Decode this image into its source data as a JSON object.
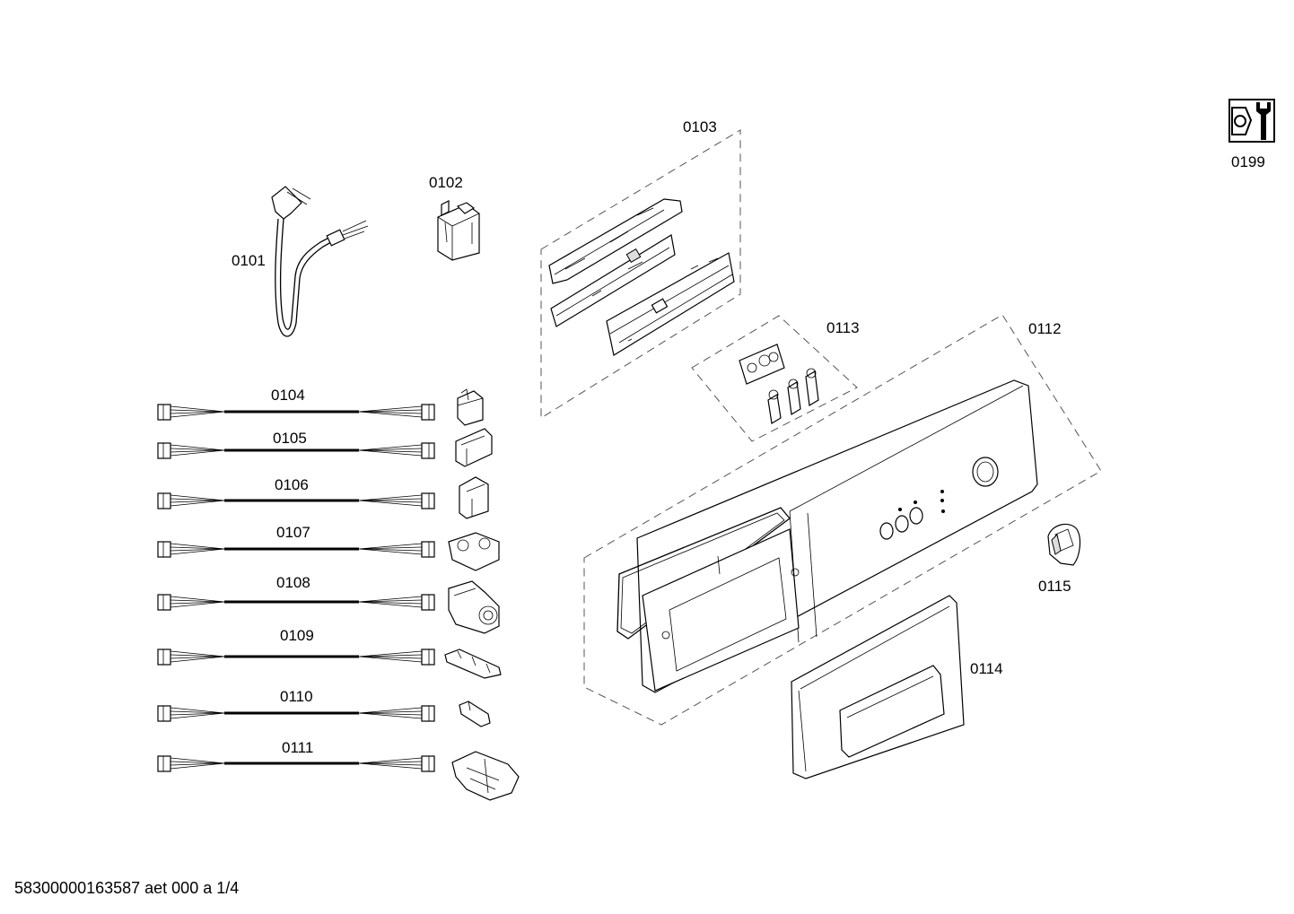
{
  "parts": {
    "p0101": "0101",
    "p0102": "0102",
    "p0103": "0103",
    "p0104": "0104",
    "p0105": "0105",
    "p0106": "0106",
    "p0107": "0107",
    "p0108": "0108",
    "p0109": "0109",
    "p0110": "0110",
    "p0111": "0111",
    "p0112": "0112",
    "p0113": "0113",
    "p0114": "0114",
    "p0115": "0115",
    "p0199": "0199"
  },
  "footer": "58300000163587 aet 000 a 1/4",
  "icons": {
    "service": "wrench-nut-icon"
  }
}
